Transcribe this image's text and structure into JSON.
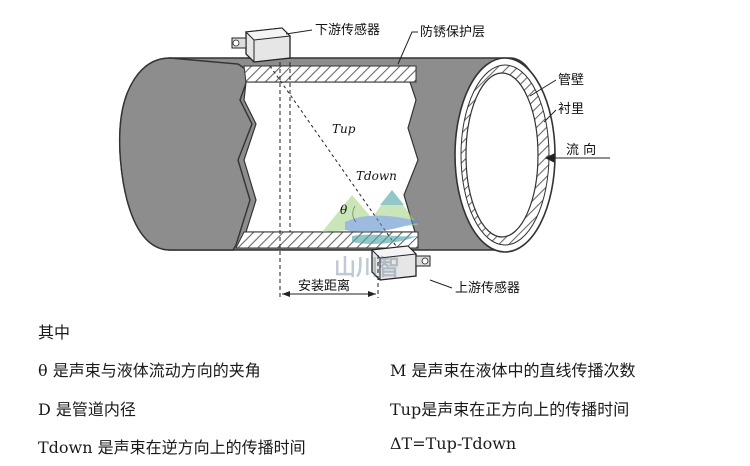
{
  "diagram": {
    "labels": {
      "downstream_sensor": "下游传感器",
      "anticorrosion_layer": "防锈保护层",
      "pipe_wall": "管壁",
      "lining": "衬里",
      "flow_direction": "流 向",
      "upstream_sensor": "上游传感器",
      "install_distance": "安装距离",
      "tup": "Tup",
      "tdown": "Tdown",
      "theta": "θ"
    },
    "watermark": "山川智",
    "colors": {
      "pipe_fill": "#8d8d8d",
      "pipe_inner": "#ffffff",
      "hatch": "#6a6a6a",
      "watermark_green": "#a8d48a",
      "watermark_blue": "#5b8fc9",
      "watermark_teal": "#4aa3a8"
    }
  },
  "legend": {
    "heading": "其中",
    "theta": "θ 是声束与液体流动方向的夹角",
    "d": "D 是管道内径",
    "tdown": "Tdown 是声束在逆方向上的传播时间",
    "m": "M 是声束在液体中的直线传播次数",
    "tup": "Tup是声束在正方向上的传播时间",
    "delta": "ΔT=Tup-Tdown"
  }
}
